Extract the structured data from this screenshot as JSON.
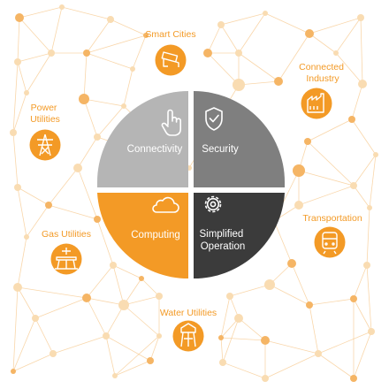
{
  "quadrants": {
    "connectivity": {
      "label": "Connectivity",
      "color": "#b5b5b5",
      "icon": "hand-pointer-icon"
    },
    "security": {
      "label": "Security",
      "color": "#7f7f7f",
      "icon": "shield-check-icon"
    },
    "computing": {
      "label": "Computing",
      "color": "#f39a26",
      "icon": "cloud-icon"
    },
    "simplified_operation": {
      "label_line1": "Simplified",
      "label_line2": "Operation",
      "color": "#3b3b3b",
      "icon": "gear-icon"
    }
  },
  "industries": {
    "smart_cities": {
      "label": "Smart Cities",
      "icon": "cctv-camera-icon"
    },
    "connected_industry": {
      "label_line1": "Connected",
      "label_line2": "Industry",
      "icon": "factory-icon"
    },
    "power_utilities": {
      "label_line1": "Power",
      "label_line2": "Utilities",
      "icon": "power-tower-icon"
    },
    "transportation": {
      "label": "Transportation",
      "icon": "train-icon"
    },
    "gas_utilities": {
      "label": "Gas Utilities",
      "icon": "gas-platform-icon"
    },
    "water_utilities": {
      "label": "Water Utilities",
      "icon": "water-tower-icon"
    }
  },
  "colors": {
    "accent": "#f39a26",
    "network": "#f7c98e",
    "node": "#f5b565",
    "node_light": "#f9dcb2"
  }
}
